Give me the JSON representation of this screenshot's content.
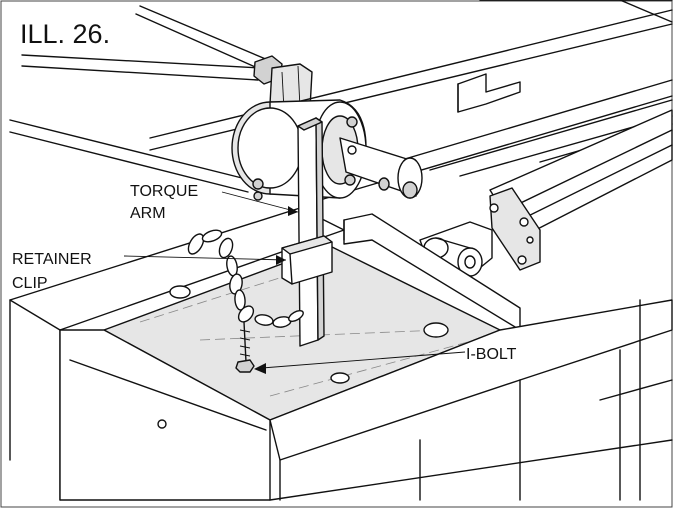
{
  "figure": {
    "title": "ILL. 26."
  },
  "callouts": {
    "torque_arm_line1": "TORQUE",
    "torque_arm_line2": "ARM",
    "retainer_clip_line1": "RETAINER",
    "retainer_clip_line2": "CLIP",
    "i_bolt": "I-BOLT"
  },
  "colors": {
    "ink": "#111111",
    "paper": "#ffffff"
  }
}
